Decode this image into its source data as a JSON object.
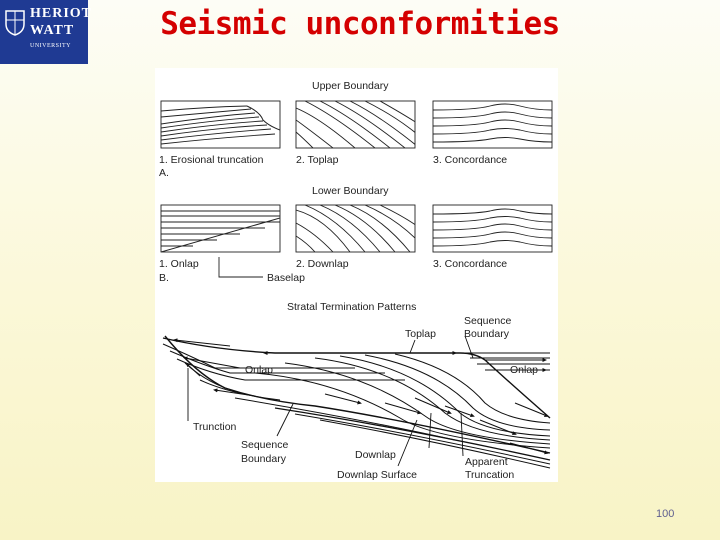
{
  "logo": {
    "line1": "HERIOT",
    "line2": "WATT",
    "line3": "UNIVERSITY",
    "bg_color": "#1f3a93"
  },
  "slide": {
    "title": "Seismic unconformities",
    "page_number": "100",
    "title_color": "#d40000"
  },
  "figure": {
    "upper_header": "Upper Boundary",
    "lower_header": "Lower Boundary",
    "upper_labels": [
      "1. Erosional truncation",
      "2. Toplap",
      "3. Concordance"
    ],
    "lower_labels": [
      "1. Onlap",
      "2. Downlap",
      "3. Concordance"
    ],
    "section_a": "A.",
    "section_b": "B.",
    "baselap": "Baselap",
    "strata_title": "Stratal Termination Patterns",
    "bottom": {
      "toplap": "Toplap",
      "sequence_boundary_top_line1": "Sequence",
      "sequence_boundary_top_line2": "Boundary",
      "onlap_left": "Onlap",
      "onlap_right": "Onlap",
      "truncation": "Trunction",
      "sequence_boundary_bottom_line1": "Sequence",
      "sequence_boundary_bottom_line2": "Boundary",
      "downlap": "Downlap",
      "downlap_surface": "Downlap Surface",
      "apparent_line1": "Apparent",
      "apparent_line2": "Truncation"
    }
  }
}
